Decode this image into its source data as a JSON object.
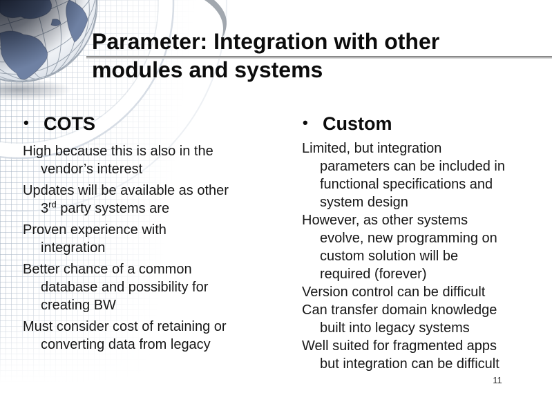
{
  "slide": {
    "title_line1": "Parameter: Integration with other",
    "title_line2": "modules and systems",
    "page_number": "11"
  },
  "icons": {
    "logo": "globe-icon"
  },
  "colors": {
    "background": "#ffffff",
    "title_text": "#0c0c0c",
    "body_text": "#171717",
    "divider_top": "#6f6f6f",
    "divider_bottom": "#e4e4e4",
    "grid_line": "#b7c2cf",
    "globe_land": "#6f81a3"
  },
  "columns": {
    "left": {
      "bullet": "•",
      "heading": "COTS",
      "paragraphs": [
        {
          "lines": [
            "High because this is also in the",
            "vendor’s interest"
          ]
        },
        {
          "lines": [
            "Updates will be available as other"
          ],
          "sup_line": {
            "num": "3",
            "sup": "rd",
            "rest": " party systems are"
          }
        },
        {
          "lines": [
            "Proven experience with",
            "integration"
          ]
        },
        {
          "lines": [
            "Better chance of a common",
            "database and possibility for",
            "creating BW"
          ]
        },
        {
          "lines": [
            "Must consider cost of retaining or",
            "converting data from legacy"
          ]
        }
      ]
    },
    "right": {
      "bullet": "•",
      "heading": "Custom",
      "paragraphs": [
        {
          "lines": [
            "Limited, but integration",
            "parameters can be included in",
            "functional specifications and",
            "system design"
          ]
        },
        {
          "lines": [
            "However, as other systems",
            "evolve, new programming on",
            "custom solution will be",
            "required (forever)"
          ]
        },
        {
          "lines": [
            "Version control can be difficult"
          ]
        },
        {
          "lines": [
            "Can transfer domain knowledge",
            "built into legacy systems"
          ]
        },
        {
          "lines": [
            "Well suited for fragmented apps",
            "but integration can be difficult"
          ]
        }
      ]
    }
  }
}
